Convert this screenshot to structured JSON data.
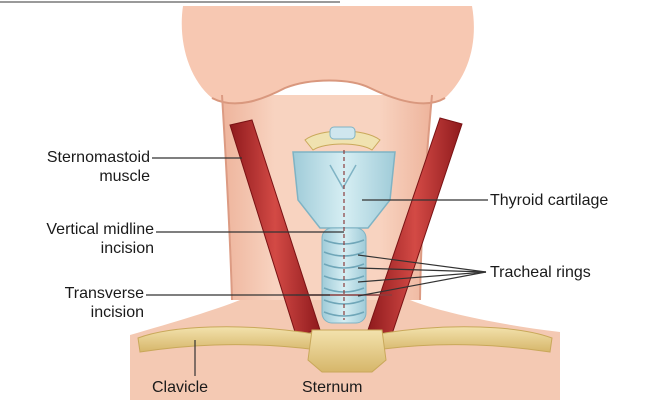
{
  "labels": {
    "sternomastoid_line1": "Sternomastoid",
    "sternomastoid_line2": "muscle",
    "vertical_line1": "Vertical midline",
    "vertical_line2": "incision",
    "transverse_line1": "Transverse",
    "transverse_line2": "incision",
    "thyroid": "Thyroid cartilage",
    "tracheal": "Tracheal rings",
    "clavicle": "Clavicle",
    "sternum": "Sternum"
  },
  "colors": {
    "skin": "#f6cdb8",
    "skin_shadow": "#e8a98e",
    "muscle": "#b8282b",
    "muscle_light": "#d9544f",
    "cartilage": "#b9dde6",
    "cartilage_edge": "#7fb3c4",
    "bone": "#e8cf8a",
    "bone_edge": "#c9a85a",
    "leader": "#333333"
  }
}
